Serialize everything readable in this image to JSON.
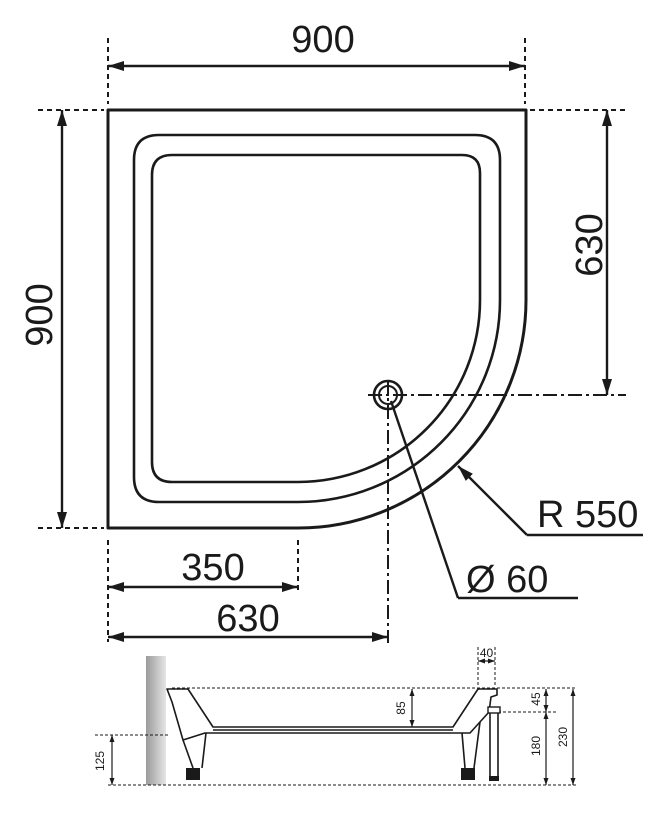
{
  "colors": {
    "line": "#1a1a1a",
    "wall_light": "#e6e6e6",
    "wall_dark": "#9a9a9a"
  },
  "top_view": {
    "overall_width_label": "900",
    "overall_depth_label": "900",
    "drain_from_top_label": "630",
    "straight_edge_label": "350",
    "drain_from_left_label": "630",
    "radius_label": "R 550",
    "drain_diameter_label": "Ø 60"
  },
  "side_view": {
    "rim_width_label": "40",
    "basin_depth_label": "85",
    "rim_height_label": "45",
    "support_height_label": "180",
    "total_height_label": "230",
    "wall_clearance_label": "125"
  }
}
